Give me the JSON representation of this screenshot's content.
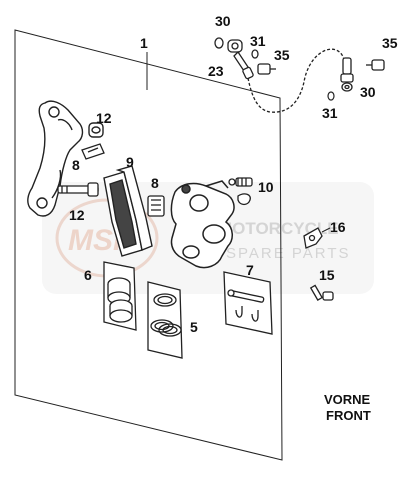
{
  "watermark": {
    "logo": "MSP",
    "line1": "MOTORCYCLE",
    "line2": "SPARE PARTS"
  },
  "labels": {
    "n1": "1",
    "n30a": "30",
    "n31a": "31",
    "n35a": "35",
    "n23": "23",
    "n35b": "35",
    "n30b": "30",
    "n31b": "31",
    "n12a": "12",
    "n8a": "8",
    "n9": "9",
    "n8b": "8",
    "n10": "10",
    "n12b": "12",
    "n16": "16",
    "n6": "6",
    "n7": "7",
    "n15": "15",
    "n5": "5"
  },
  "caption": {
    "line1": "VORNE",
    "line2": "FRONT"
  }
}
